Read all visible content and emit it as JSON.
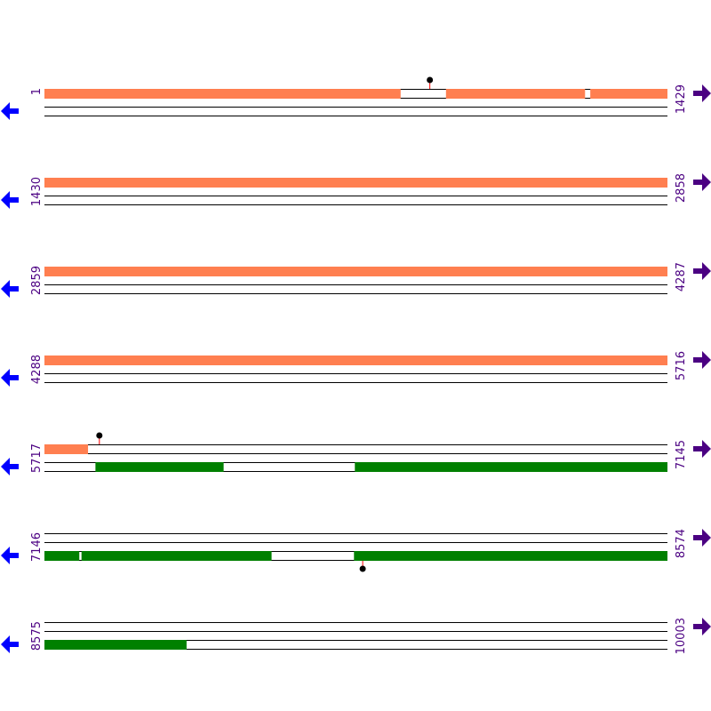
{
  "colors": {
    "forward_feature": "#ff7f50",
    "reverse_feature": "#008000",
    "left_arrow": "#0000ff",
    "right_arrow": "#4b0082",
    "label": "#4b0082",
    "marker_stem": "#ff0000",
    "marker_head": "#000000",
    "track_line": "#000000"
  },
  "icons": {
    "left": "left-arrow-icon",
    "right": "right-arrow-icon",
    "marker": "lollipop-marker-icon"
  },
  "rows": [
    {
      "start": 1,
      "end": 1429,
      "start_label": "1",
      "end_label": "1429",
      "forward": [
        [
          1,
          817
        ],
        [
          922,
          1240
        ],
        [
          1253,
          1429
        ]
      ],
      "reverse": [],
      "markers": [
        {
          "pos": 885,
          "strand": "forward"
        }
      ]
    },
    {
      "start": 1430,
      "end": 2858,
      "start_label": "1430",
      "end_label": "2858",
      "forward": [
        [
          1430,
          2858
        ]
      ],
      "reverse": [],
      "markers": []
    },
    {
      "start": 2859,
      "end": 4287,
      "start_label": "2859",
      "end_label": "4287",
      "forward": [
        [
          2859,
          4287
        ]
      ],
      "reverse": [],
      "markers": []
    },
    {
      "start": 4288,
      "end": 5716,
      "start_label": "4288",
      "end_label": "5716",
      "forward": [
        [
          4288,
          5716
        ]
      ],
      "reverse": [],
      "markers": []
    },
    {
      "start": 5717,
      "end": 7145,
      "start_label": "5717",
      "end_label": "7145",
      "forward": [
        [
          5717,
          5816
        ]
      ],
      "reverse": [
        [
          5834,
          6127
        ],
        [
          6429,
          7145
        ]
      ],
      "markers": [
        {
          "pos": 5843,
          "strand": "forward"
        }
      ]
    },
    {
      "start": 7146,
      "end": 8574,
      "start_label": "7146",
      "end_label": "8574",
      "forward": [],
      "reverse": [
        [
          7146,
          7225
        ],
        [
          7231,
          7666
        ],
        [
          7856,
          8574
        ]
      ],
      "markers": [
        {
          "pos": 7876,
          "strand": "reverse"
        }
      ]
    },
    {
      "start": 8575,
      "end": 10003,
      "start_label": "8575",
      "end_label": "10003",
      "forward": [],
      "reverse": [
        [
          8575,
          8900
        ]
      ],
      "markers": []
    }
  ]
}
